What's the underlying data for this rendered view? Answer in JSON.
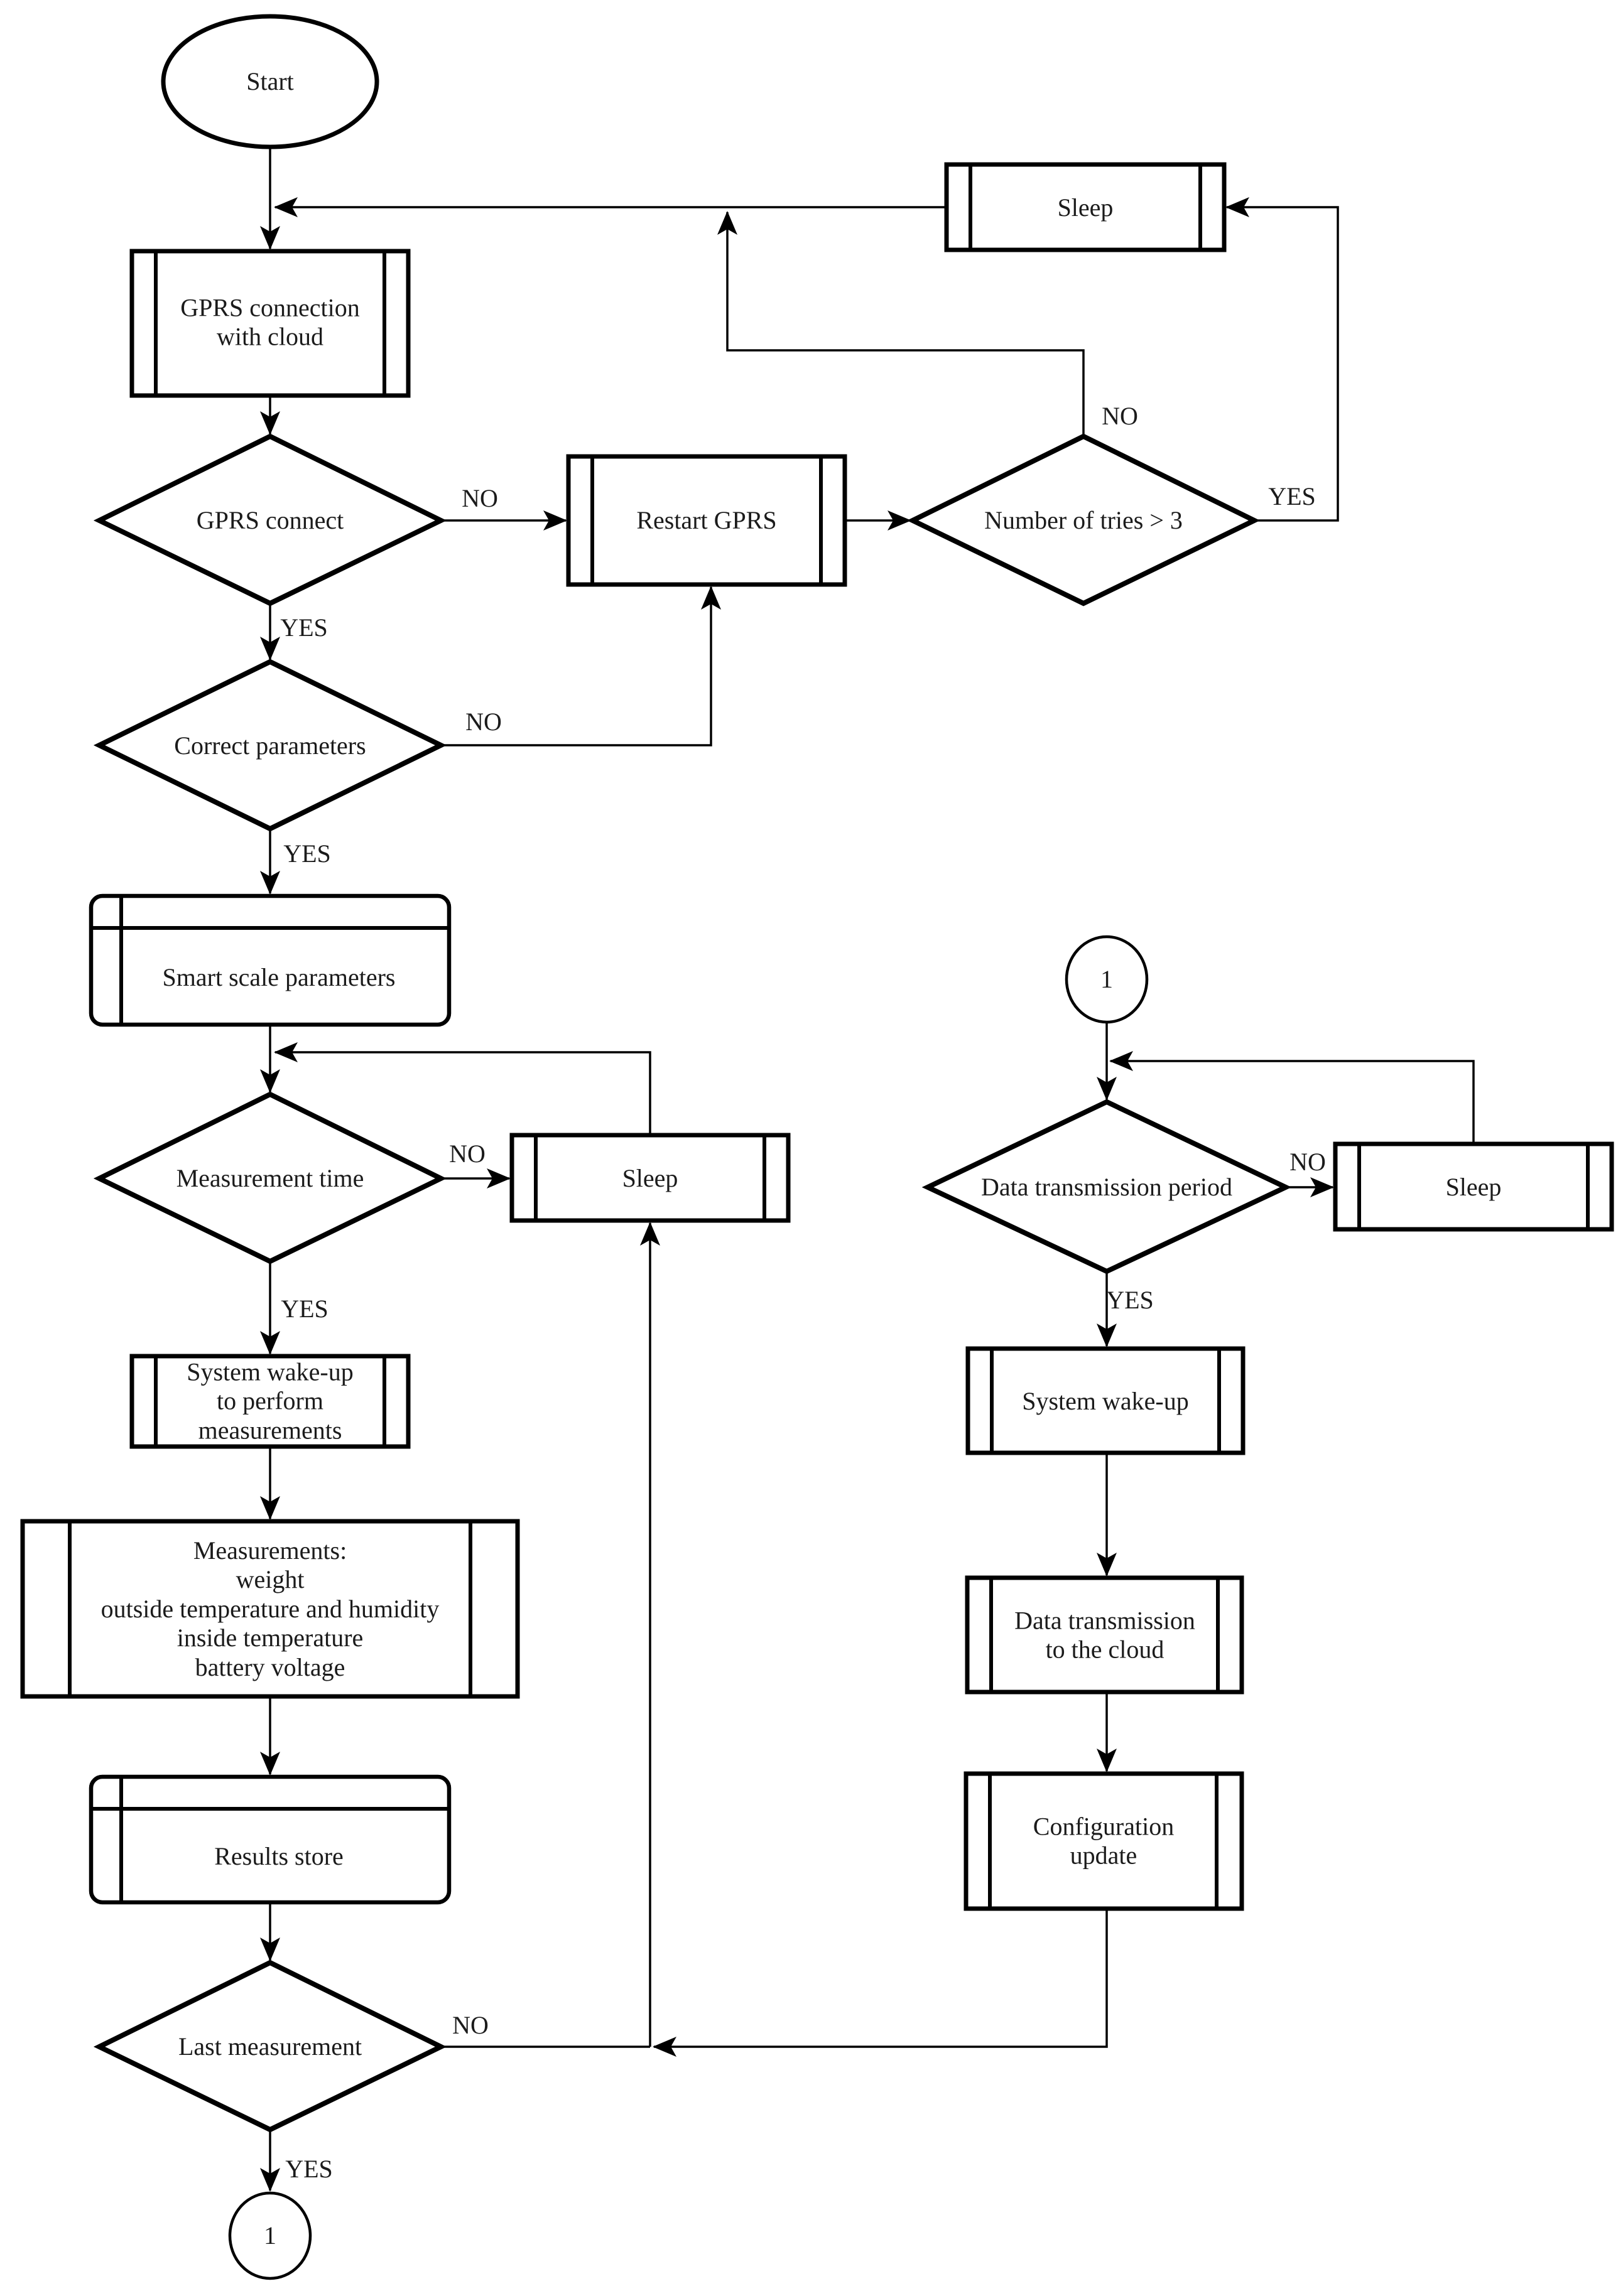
{
  "colors": {
    "stroke": "#000000",
    "text": "#1b1b1b",
    "background": "#ffffff"
  },
  "nodes": {
    "start": "Start",
    "gprs_connection": "GPRS connection\nwith cloud",
    "gprs_connect": "GPRS connect",
    "restart_gprs": "Restart GPRS",
    "number_of_tries": "Number of tries > 3",
    "sleep_top": "Sleep",
    "smart_scale_parameters": "Smart scale parameters",
    "correct_parameters": "Correct parameters",
    "measurement_time": "Measurement time",
    "sleep_mid": "Sleep",
    "system_wakeup_measure": "System wake-up\nto perform\nmeasurements",
    "measurements": "Measurements:\nweight\noutside temperature and humidity\ninside temperature\nbattery voltage",
    "results_store": "Results store",
    "last_measurement": "Last measurement",
    "connector_1_left": "1",
    "connector_1_right": "1",
    "data_transmission_period": "Data transmission period",
    "sleep_right": "Sleep",
    "system_wakeup": "System wake-up",
    "data_transmission_cloud": "Data transmission\nto the cloud",
    "configuration_update": "Configuration\nupdate"
  },
  "branches": {
    "gprs_connect_no": "NO",
    "gprs_connect_yes": "YES",
    "number_of_tries_no": "NO",
    "number_of_tries_yes": "YES",
    "correct_parameters_no": "NO",
    "correct_parameters_yes": "YES",
    "measurement_time_no": "NO",
    "measurement_time_yes": "YES",
    "last_measurement_no": "NO",
    "last_measurement_yes": "YES",
    "data_transmission_period_no": "NO",
    "data_transmission_period_yes": "YES"
  }
}
